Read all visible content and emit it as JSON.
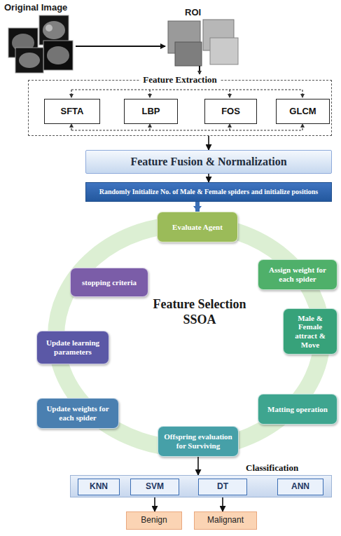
{
  "diagram": {
    "nodes": [
      {
        "text": [
          "Feature Extraction"
        ]
      },
      {
        "text": [
          "SFTA"
        ],
        "in": 0
      },
      {
        "text": [
          "LBP"
        ],
        "in": 0
      },
      {
        "text": [
          "FOS"
        ],
        "in": 0
      },
      {
        "text": [
          "GLCM"
        ],
        "in": 0
      },
      {
        "text": [
          "Feature Fusion & Normalization"
        ]
      },
      {
        "text": [
          "Randomly Initialize No. of Male & Female spiders and initialize positions"
        ]
      },
      {
        "text": [
          "Evaluate Agent"
        ]
      },
      {
        "text": [
          "Assign weight for each spider"
        ]
      },
      {
        "text": [
          "Male & Female attract & Move"
        ]
      },
      {
        "text": [
          "Matting operation"
        ]
      },
      {
        "text": [
          "Offspring evaluation for Surviving"
        ]
      },
      {
        "text": [
          "Update weights for each spider"
        ]
      },
      {
        "text": [
          "Update learning parameters"
        ]
      },
      {
        "text": [
          "stopping criteria"
        ]
      },
      {
        "text": [
          "Classification"
        ]
      },
      {
        "text": [
          "KNN"
        ],
        "in": 15
      },
      {
        "text": [
          "SVM"
        ],
        "in": 15
      },
      {
        "text": [
          "DT"
        ],
        "in": 15
      },
      {
        "text": [
          "ANN"
        ],
        "in": 15
      },
      {
        "text": [
          "Benign"
        ]
      },
      {
        "text": [
          "Malignant"
        ]
      }
    ],
    "edges": [
      {
        "from": 0,
        "to": 5,
        "arrow": "to"
      },
      {
        "from": 5,
        "to": 6,
        "arrow": "to"
      },
      {
        "from": 6,
        "to": 7,
        "arrow": "to"
      },
      {
        "from": 11,
        "to": 15,
        "arrow": "to"
      },
      {
        "from": 17,
        "to": 20,
        "arrow": "to"
      },
      {
        "from": 18,
        "to": 21,
        "arrow": "to"
      }
    ],
    "labels": [
      "Original Image",
      "ROI",
      "Feature Selection SSOA"
    ]
  }
}
